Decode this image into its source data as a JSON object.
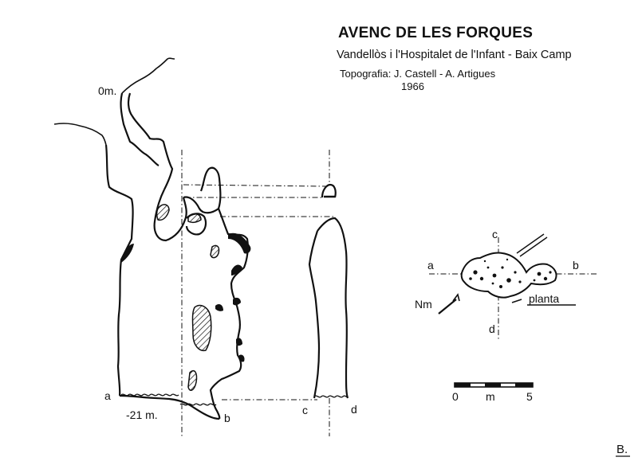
{
  "header": {
    "title": "AVENC DE LES FORQUES",
    "location": "Vandellòs i l'Hospitalet de l'Infant  -  Baix Camp",
    "credits": "Topografia: J. Castell - A. Artigues",
    "year": "1966"
  },
  "section_labels": {
    "entrance_depth": "0m.",
    "bottom_depth": "-21 m.",
    "a": "a",
    "b": "b",
    "c": "c",
    "d": "d"
  },
  "plan": {
    "label": "planta",
    "north_label": "Nm",
    "a": "a",
    "b": "b",
    "c": "c",
    "d": "d"
  },
  "scale": {
    "zero": "0",
    "unit": "m",
    "five": "5"
  },
  "signature": "B."
}
